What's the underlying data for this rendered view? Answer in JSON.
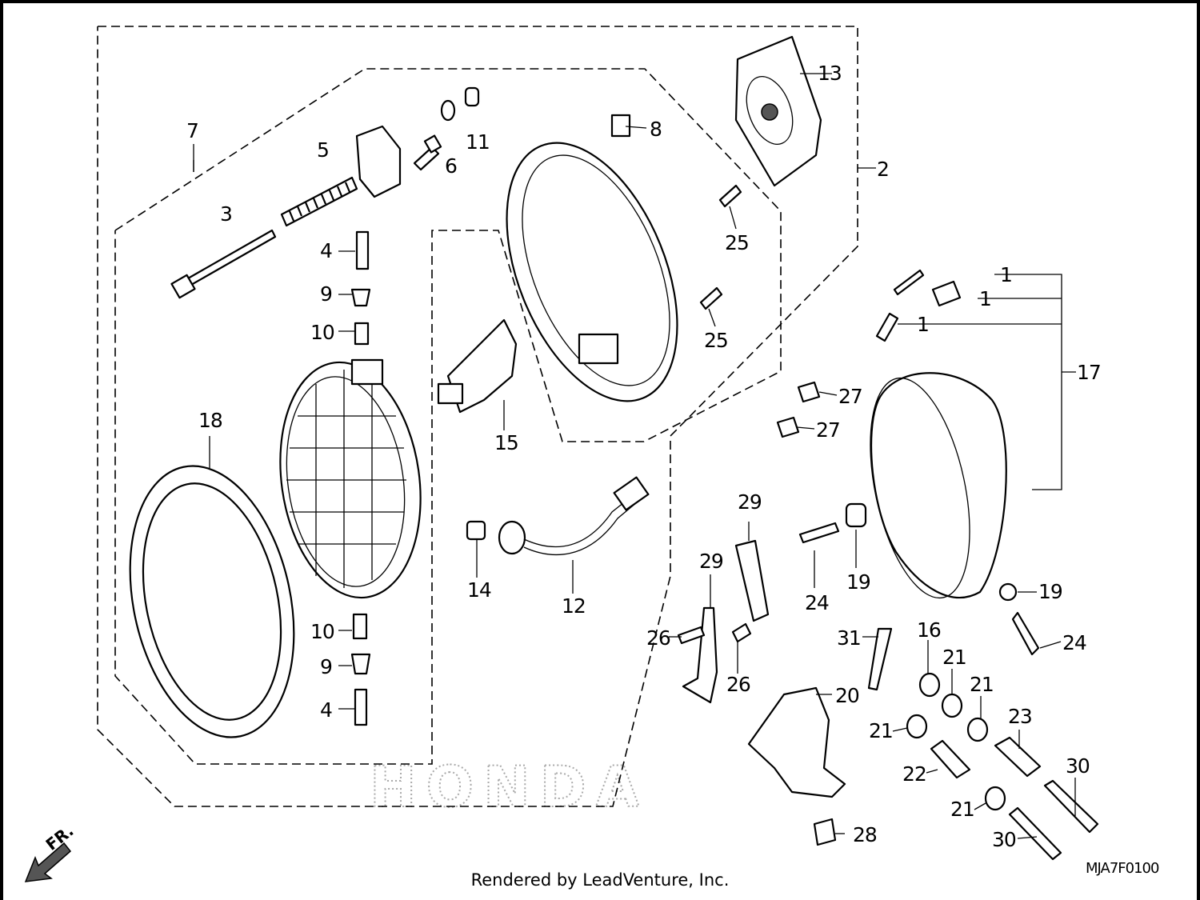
{
  "diagram": {
    "code": "MJA7F0100",
    "front_label": "FR.",
    "watermark": "HONDA",
    "footer": "Rendered by LeadVenture, Inc.",
    "callouts": [
      {
        "id": "c1a",
        "text": "1"
      },
      {
        "id": "c1b",
        "text": "1"
      },
      {
        "id": "c1c",
        "text": "1"
      },
      {
        "id": "c2",
        "text": "2"
      },
      {
        "id": "c3",
        "text": "3"
      },
      {
        "id": "c4a",
        "text": "4"
      },
      {
        "id": "c4b",
        "text": "4"
      },
      {
        "id": "c5",
        "text": "5"
      },
      {
        "id": "c6",
        "text": "6"
      },
      {
        "id": "c7",
        "text": "7"
      },
      {
        "id": "c8",
        "text": "8"
      },
      {
        "id": "c9a",
        "text": "9"
      },
      {
        "id": "c9b",
        "text": "9"
      },
      {
        "id": "c10a",
        "text": "10"
      },
      {
        "id": "c10b",
        "text": "10"
      },
      {
        "id": "c11",
        "text": "11"
      },
      {
        "id": "c12",
        "text": "12"
      },
      {
        "id": "c13",
        "text": "13"
      },
      {
        "id": "c14",
        "text": "14"
      },
      {
        "id": "c15",
        "text": "15"
      },
      {
        "id": "c16",
        "text": "16"
      },
      {
        "id": "c17",
        "text": "17"
      },
      {
        "id": "c18",
        "text": "18"
      },
      {
        "id": "c19a",
        "text": "19"
      },
      {
        "id": "c19b",
        "text": "19"
      },
      {
        "id": "c20",
        "text": "20"
      },
      {
        "id": "c21a",
        "text": "21"
      },
      {
        "id": "c21b",
        "text": "21"
      },
      {
        "id": "c21c",
        "text": "21"
      },
      {
        "id": "c21d",
        "text": "21"
      },
      {
        "id": "c22",
        "text": "22"
      },
      {
        "id": "c23",
        "text": "23"
      },
      {
        "id": "c24a",
        "text": "24"
      },
      {
        "id": "c24b",
        "text": "24"
      },
      {
        "id": "c25a",
        "text": "25"
      },
      {
        "id": "c25b",
        "text": "25"
      },
      {
        "id": "c26a",
        "text": "26"
      },
      {
        "id": "c26b",
        "text": "26"
      },
      {
        "id": "c27a",
        "text": "27"
      },
      {
        "id": "c27b",
        "text": "27"
      },
      {
        "id": "c28",
        "text": "28"
      },
      {
        "id": "c29a",
        "text": "29"
      },
      {
        "id": "c29b",
        "text": "29"
      },
      {
        "id": "c30a",
        "text": "30"
      },
      {
        "id": "c30b",
        "text": "30"
      },
      {
        "id": "c31",
        "text": "31"
      }
    ]
  }
}
